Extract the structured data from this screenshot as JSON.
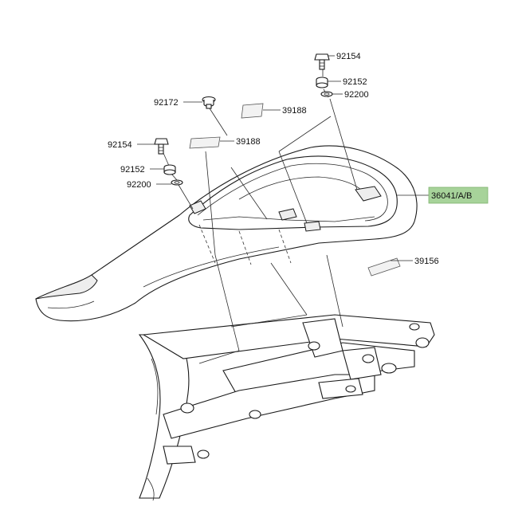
{
  "diagram": {
    "labels": {
      "p92154_top": "92154",
      "p92152_top": "92152",
      "p92200_top": "92200",
      "p92172": "92172",
      "p39188_top": "39188",
      "p39188_mid": "39188",
      "p92154_left": "92154",
      "p92152_left": "92152",
      "p92200_left": "92200",
      "p36041": "36041/A/B",
      "p39156": "39156"
    },
    "highlight_color": "#a7d39a"
  }
}
